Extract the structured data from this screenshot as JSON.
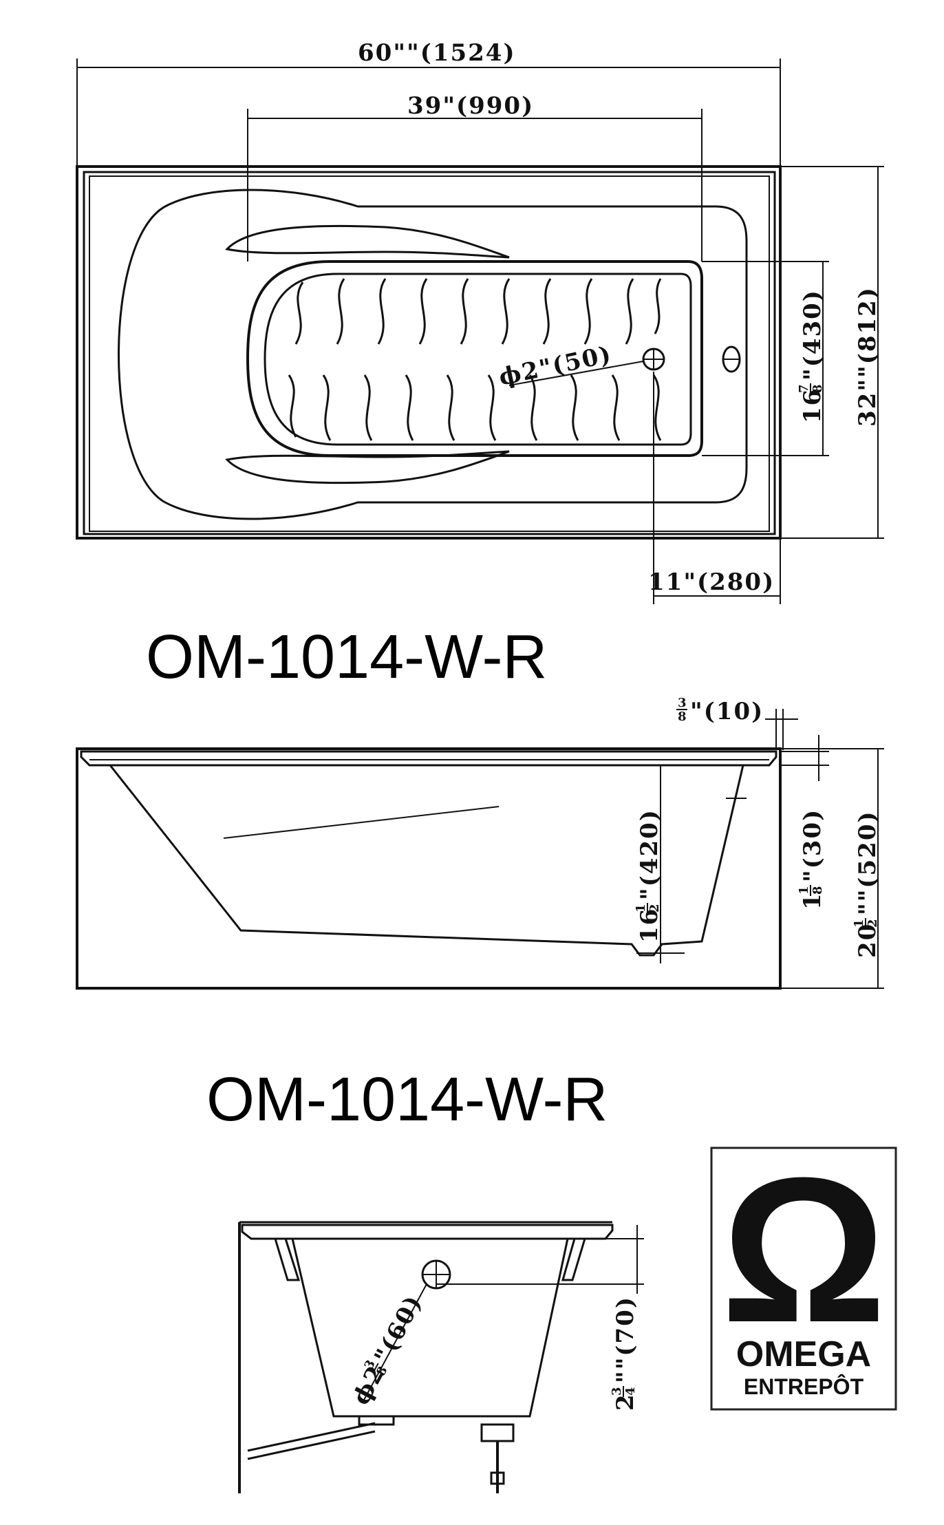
{
  "top_view": {
    "dim_length": "60\"\"(1524)",
    "dim_inner_length": "39\"(990)",
    "dim_width": "32\"\"(812)",
    "dim_inner_width_whole": "16",
    "dim_inner_width_frac_num": "7",
    "dim_inner_width_frac_den": "8",
    "dim_inner_width_rest": "\"(430)",
    "dim_drain_offset": "11\"(280)",
    "drain_label": "ϕ2\"(50)"
  },
  "model_label_1": "OM-1014-W-R",
  "side_view": {
    "dim_rim_frac_num": "3",
    "dim_rim_frac_den": "8",
    "dim_rim_rest": "\"(10)",
    "dim_depth_whole": "16",
    "dim_depth_frac_num": "1",
    "dim_depth_frac_den": "2",
    "dim_depth_rest": "\"(420)",
    "dim_lip_whole": "1",
    "dim_lip_frac_num": "1",
    "dim_lip_frac_den": "8",
    "dim_lip_rest": "\"(30)",
    "dim_height_whole": "20",
    "dim_height_frac_num": "1",
    "dim_height_frac_den": "2",
    "dim_height_rest": "\"\"(520)"
  },
  "model_label_2": "OM-1014-W-R",
  "end_view": {
    "overflow_whole": "ϕ2",
    "overflow_frac_num": "3",
    "overflow_frac_den": "8",
    "overflow_rest": "\"(60)",
    "dim_whole": "2",
    "dim_frac_num": "3",
    "dim_frac_den": "4",
    "dim_rest": "\"\"(70)"
  },
  "logo": {
    "symbol": "Ω",
    "line1": "OMEGA",
    "line2": "ENTREPÔT"
  }
}
